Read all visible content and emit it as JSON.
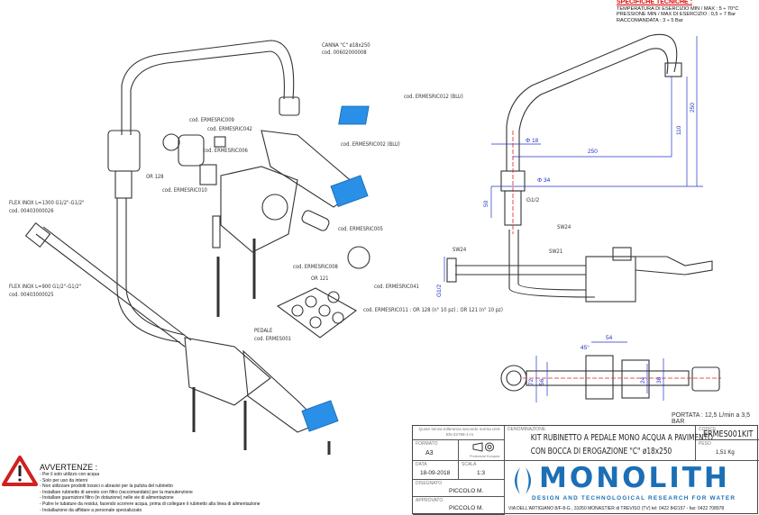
{
  "specs": {
    "title": "SPECIFICHE TECNICHE :",
    "lines": [
      "TEMPERATURA DI ESERCIZIO MIN / MAX : 5 ÷ 70°C",
      "PRESSIONE MIN / MAX DI ESERCIZIO : 0,5 ÷ 7 Bar",
      "RACCOMANDATA : 3 ÷ 5 Bar"
    ]
  },
  "parts": {
    "spout": "CANNA \"C\" ø18x250",
    "spout_code": "cod. 00602000008",
    "ric012": "cod. ERMESRIC012 (BLU)",
    "ric009": "cod. ERMESRIC009",
    "ric042": "cod. ERMESRIC042",
    "ric006": "cod. ERMESRIC006",
    "ric002": "cod. ERMESRIC002 (BLU)",
    "or128": "OR 128",
    "ric010": "cod. ERMESRIC010",
    "flex1300": "FLEX INOX L=1300 G1/2\"-G1/2\"",
    "flex1300_code": "cod. 00403000026",
    "flex900": "FLEX INOX L=900 G1/2\"-G1/2\"",
    "flex900_code": "cod. 00403000025",
    "ric005": "cod. ERMESRIC005",
    "ric008": "cod. ERMESRIC008",
    "or121": "OR 121",
    "ric041": "cod. ERMESRIC041",
    "ric011": "cod. ERMESRIC011 : OR 128 (n° 10 pz) ; OR 121 (n° 10 pz)",
    "pedal": "PEDALE",
    "pedal_code": "cod. ERMES001"
  },
  "dimensions": {
    "d18": "Φ 18",
    "l250": "250",
    "h110": "110",
    "h250": "250",
    "d34": "Φ 34",
    "h50": "50",
    "g12a": "G1/2",
    "sw24a": "SW24",
    "sw24b": "SW24",
    "sw21": "SW21",
    "g12b": "G1/2",
    "w54": "54",
    "a45": "45°",
    "w72": "72",
    "w56": "56",
    "w24": "24",
    "w38": "38"
  },
  "flow": "PORTATA : 12,5 L/min a 3,5 BAR",
  "warnings": {
    "title": "AVVERTENZE :",
    "lines": [
      "- Per il solo utilizzo con acqua",
      "- Solo per uso da interni",
      "- Non utilizzare prodotti tossici o abrasivi per la pulizia del rubinetto",
      "- Installare rubinetto di arresto con filtro (raccomandato) per la manutenzione",
      "- Installare guarnizioni filtro (in dotazione) nelle vie di alimentazione",
      "- Pulire le tubature da residui, facendo scorrere acqua, prima di collegare il rubinetto alla linea di alimentazione",
      "- Installazione da affidare a personale specializzato"
    ]
  },
  "title_block": {
    "tolerance": "Quote senza tolleranza secondo norma UNI-EN-22768-1-m",
    "format_label": "FORMATO",
    "format": "A3",
    "projection": "Proiezione Europea",
    "date_label": "DATA",
    "date": "18-09-2018",
    "scale_label": "SCALA",
    "scale": "1:3",
    "drawn_label": "DISEGNATO",
    "drawn": "PICCOLO M.",
    "approved_label": "APPROVATO",
    "approved": "PICCOLO M.",
    "name_label": "DENOMINAZIONE",
    "name1": "KIT RUBINETTO A PEDALE MONO ACQUA A PAVIMENTO",
    "name2": "CON BOCCA DI EROGAZIONE \"C\" ø18x250",
    "code_label": "CODICE",
    "code": "ERMES001KIT",
    "weight_label": "PESO",
    "weight": "1,51 Kg",
    "brand": "MONOLITH",
    "tagline": "DESIGN AND TECHNOLOGICAL RESEARCH FOR WATER",
    "address": "VIA DELL'ARTIGIANO 8/F-8-G , 31050 MONASTIER di TREVISO (TV) tel: 0422 842157 - fax: 0422 708978"
  },
  "colors": {
    "accent_blue": "#2a8fe6",
    "dimension_blue": "#2433c8",
    "brand_blue": "#1c6fb5",
    "warning_red": "#d02020"
  }
}
